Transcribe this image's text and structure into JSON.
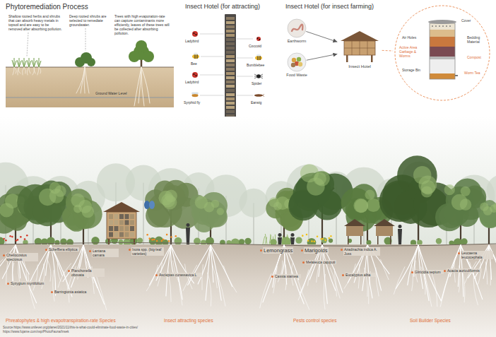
{
  "diagram": {
    "nodes": [
      {
        "text": [
          "Earthworm"
        ]
      },
      {
        "text": [
          "Food Waste"
        ]
      },
      {
        "text": [
          "Insect Hotel"
        ]
      },
      {
        "text": [
          "Cover",
          "Air Holes",
          "Bedding Material",
          "Active Area Garbage & Worms",
          "Compost",
          "Storage Bin",
          "Worm Tea"
        ]
      }
    ],
    "edges": [
      {
        "from": 0,
        "to": 2,
        "arrow": "to"
      },
      {
        "from": 1,
        "to": 2,
        "arrow": "to"
      },
      {
        "from": 2,
        "to": 3,
        "arrow": "none"
      }
    ],
    "labels": [
      "Phytoremediation Process",
      "Shallow rooted herbs and shrubs that can absorb heavy metals in topsoil and are easy to be removed after absorbing pollution.",
      "Deep rooted shrubs are selected to remediate groundwater.",
      "Trees with high evaporation-rate can capture contaminants more efficiently, leaves of these trees will be collected after absorbing pollution.",
      "Ground Water Level",
      "Insect Hotel (for attracting)",
      "Ladybird",
      "Bee",
      "Ladybird",
      "Syrphid fly",
      "Coccoid",
      "Bumblebee",
      "Spider",
      "Earwig",
      "Insect Hotel (for insect farming)",
      "Cheilocostus speciosus",
      "Schefflera elliptica",
      "Syzygium myrtifolium",
      "Planchonella obovata",
      "Barringtonia asiatica",
      "Lantana camara",
      "Ixora spp. (big-leaf varieties)",
      "Asclepias curassavica L",
      "Lemongrass",
      "Marigolds",
      "Cassia siamea",
      "Melaleuca cajuputi",
      "Azadirachta indica A. Juss",
      "Eucalyptus alba",
      "Gliricidia sepium",
      "Acacia auriculiformis",
      "Leucaena leucocephala",
      "Phreatophytes & high evapotranspiration-rate Species",
      "Insect attracting species",
      "Pests control species",
      "Soil Builder Species",
      "Source:https://www.unilever.org/planet/2021/11/this-is-what-could-eliminate-food-waste-in-cities/",
      "https://www.fujame.com/xsp/PhotoFauna/Insek"
    ]
  }
}
